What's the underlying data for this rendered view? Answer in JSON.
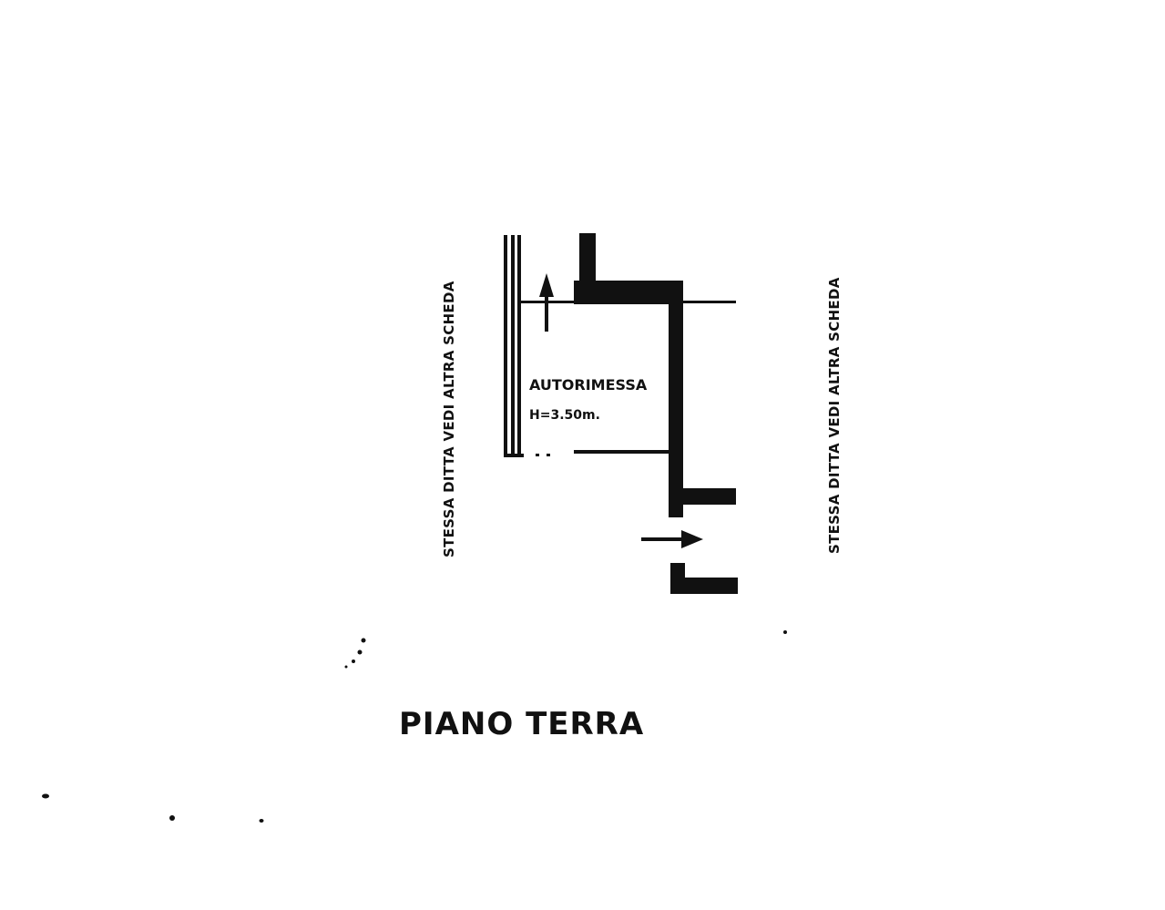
{
  "plan": {
    "floor_title": "PIANO TERRA",
    "room_name": "AUTORIMESSA",
    "room_height": "H=3.50m.",
    "side_note_left": "STESSA DITTA VEDI ALTRA SCHEDA",
    "side_note_right": "STESSA DITTA VEDI ALTRA SCHEDA",
    "ink_color": "#111111",
    "background_color": "#ffffff"
  }
}
